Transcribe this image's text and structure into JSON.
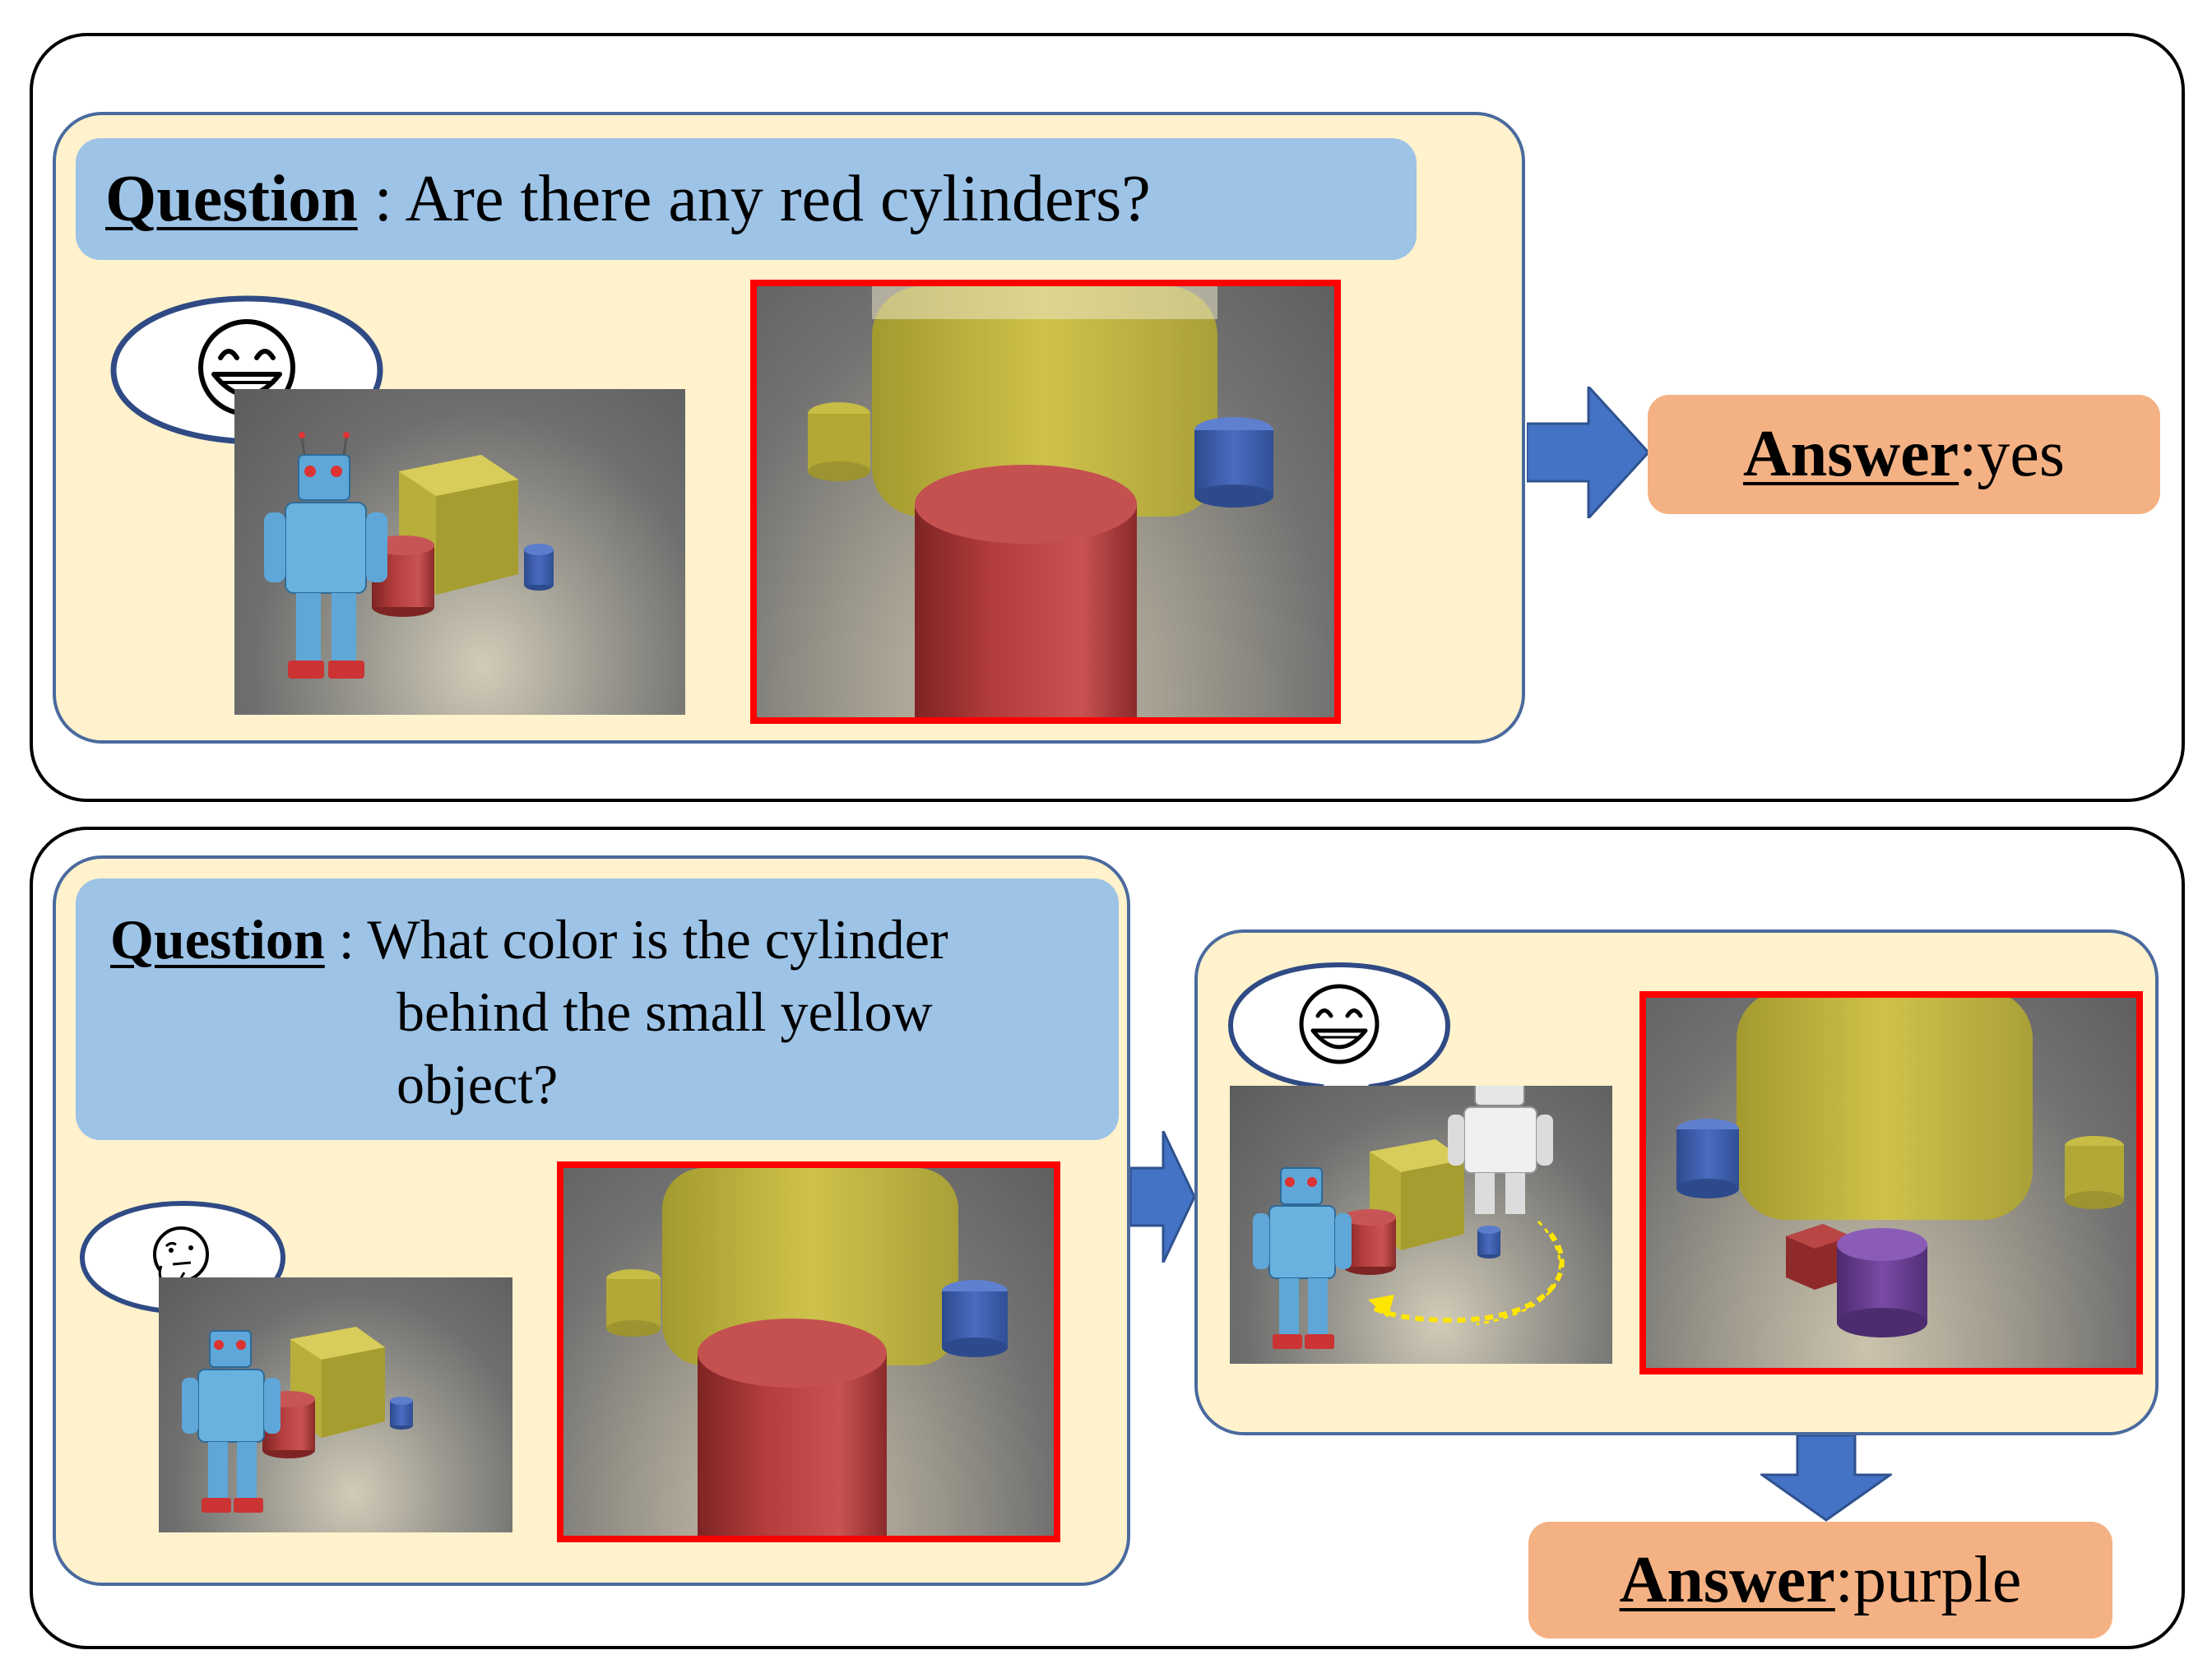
{
  "colors": {
    "cream_panel": "#fff2cc",
    "question_box": "#9dc3e6",
    "answer_box": "#f4b183",
    "arrow": "#4472c4",
    "highlight_border": "#ff0000",
    "panel_border": "#4a6a9e"
  },
  "example1": {
    "question_label": "Question",
    "question_separator": " : ",
    "question_text": "Are there any red cylinders?",
    "speech_icon": "smile-face-icon",
    "answer_label": "Answer",
    "answer_separator": " : ",
    "answer_text": "yes"
  },
  "example2": {
    "question_label": "Question",
    "question_separator": " : ",
    "question_line1": "What color is the cylinder",
    "question_line2": "behind the small yellow",
    "question_line3": "object?",
    "speech_icon_initial": "thinking-face-icon",
    "speech_icon_after_move": "smile-face-icon",
    "answer_label": "Answer",
    "answer_separator": " : ",
    "answer_text": "purple"
  }
}
